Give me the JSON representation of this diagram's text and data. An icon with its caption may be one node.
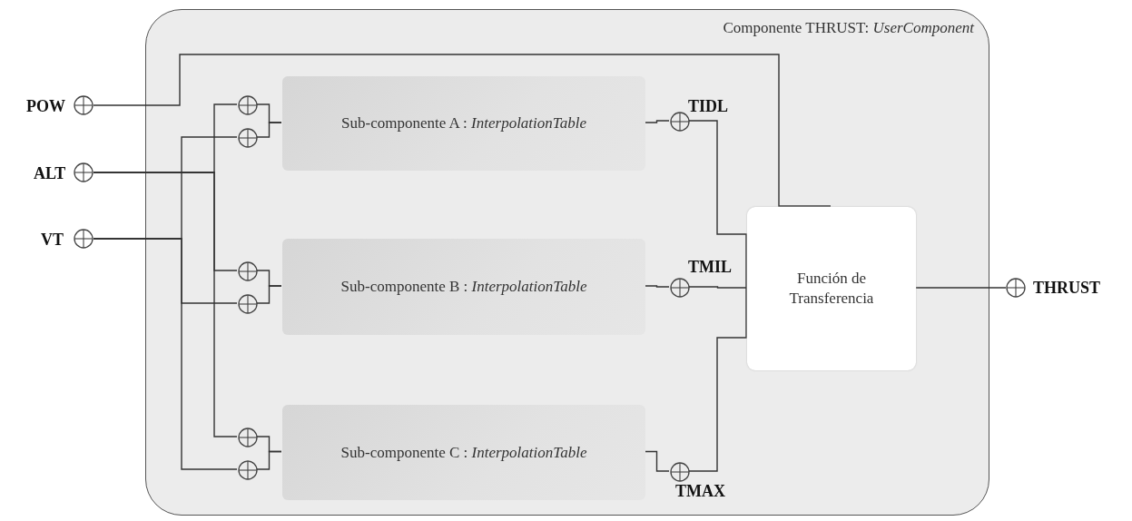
{
  "diagram": {
    "nodes": [
      {
        "text": [
          "Componente THRUST: *UserComponent*"
        ]
      },
      {
        "text": [
          "POW"
        ]
      },
      {
        "text": [
          "ALT"
        ]
      },
      {
        "text": [
          "VT"
        ]
      },
      {
        "text": [
          "Sub-componente A : *InterpolationTable*"
        ],
        "in": 0
      },
      {
        "text": [
          "Sub-componente B : *InterpolationTable*"
        ],
        "in": 0
      },
      {
        "text": [
          "Sub-componente C : *InterpolationTable*"
        ],
        "in": 0
      },
      {
        "text": [
          "Función de Transferencia"
        ],
        "in": 0
      },
      {
        "text": [],
        "shape": "circle",
        "in": 0
      },
      {
        "text": [],
        "shape": "circle",
        "in": 0
      },
      {
        "text": [],
        "shape": "circle",
        "in": 0
      },
      {
        "text": [],
        "shape": "circle",
        "in": 0
      },
      {
        "text": [],
        "shape": "circle",
        "in": 0
      },
      {
        "text": [],
        "shape": "circle",
        "in": 0
      },
      {
        "text": [
          "TIDL"
        ],
        "in": 0
      },
      {
        "text": [
          "TMIL"
        ],
        "in": 0
      },
      {
        "text": [
          "TMAX"
        ],
        "in": 0
      },
      {
        "text": [
          "THRUST"
        ]
      }
    ],
    "edges": [
      {
        "from": 1,
        "to": 7,
        "arrow": "none"
      },
      {
        "from": 2,
        "to": 8,
        "arrow": "none"
      },
      {
        "from": 2,
        "to": 10,
        "arrow": "none"
      },
      {
        "from": 2,
        "to": 12,
        "arrow": "none"
      },
      {
        "from": 3,
        "to": 9,
        "arrow": "none"
      },
      {
        "from": 3,
        "to": 11,
        "arrow": "none"
      },
      {
        "from": 3,
        "to": 13,
        "arrow": "none"
      },
      {
        "from": 8,
        "to": 4,
        "arrow": "none"
      },
      {
        "from": 9,
        "to": 4,
        "arrow": "none"
      },
      {
        "from": 10,
        "to": 5,
        "arrow": "none"
      },
      {
        "from": 11,
        "to": 5,
        "arrow": "none"
      },
      {
        "from": 12,
        "to": 6,
        "arrow": "none"
      },
      {
        "from": 13,
        "to": 6,
        "arrow": "none"
      },
      {
        "from": 4,
        "to": 14,
        "arrow": "none"
      },
      {
        "from": 14,
        "to": 7,
        "arrow": "none"
      },
      {
        "from": 5,
        "to": 15,
        "arrow": "none"
      },
      {
        "from": 15,
        "to": 7,
        "arrow": "none"
      },
      {
        "from": 6,
        "to": 16,
        "arrow": "none"
      },
      {
        "from": 16,
        "to": 7,
        "arrow": "none"
      },
      {
        "from": 7,
        "to": 17,
        "arrow": "none"
      }
    ]
  }
}
